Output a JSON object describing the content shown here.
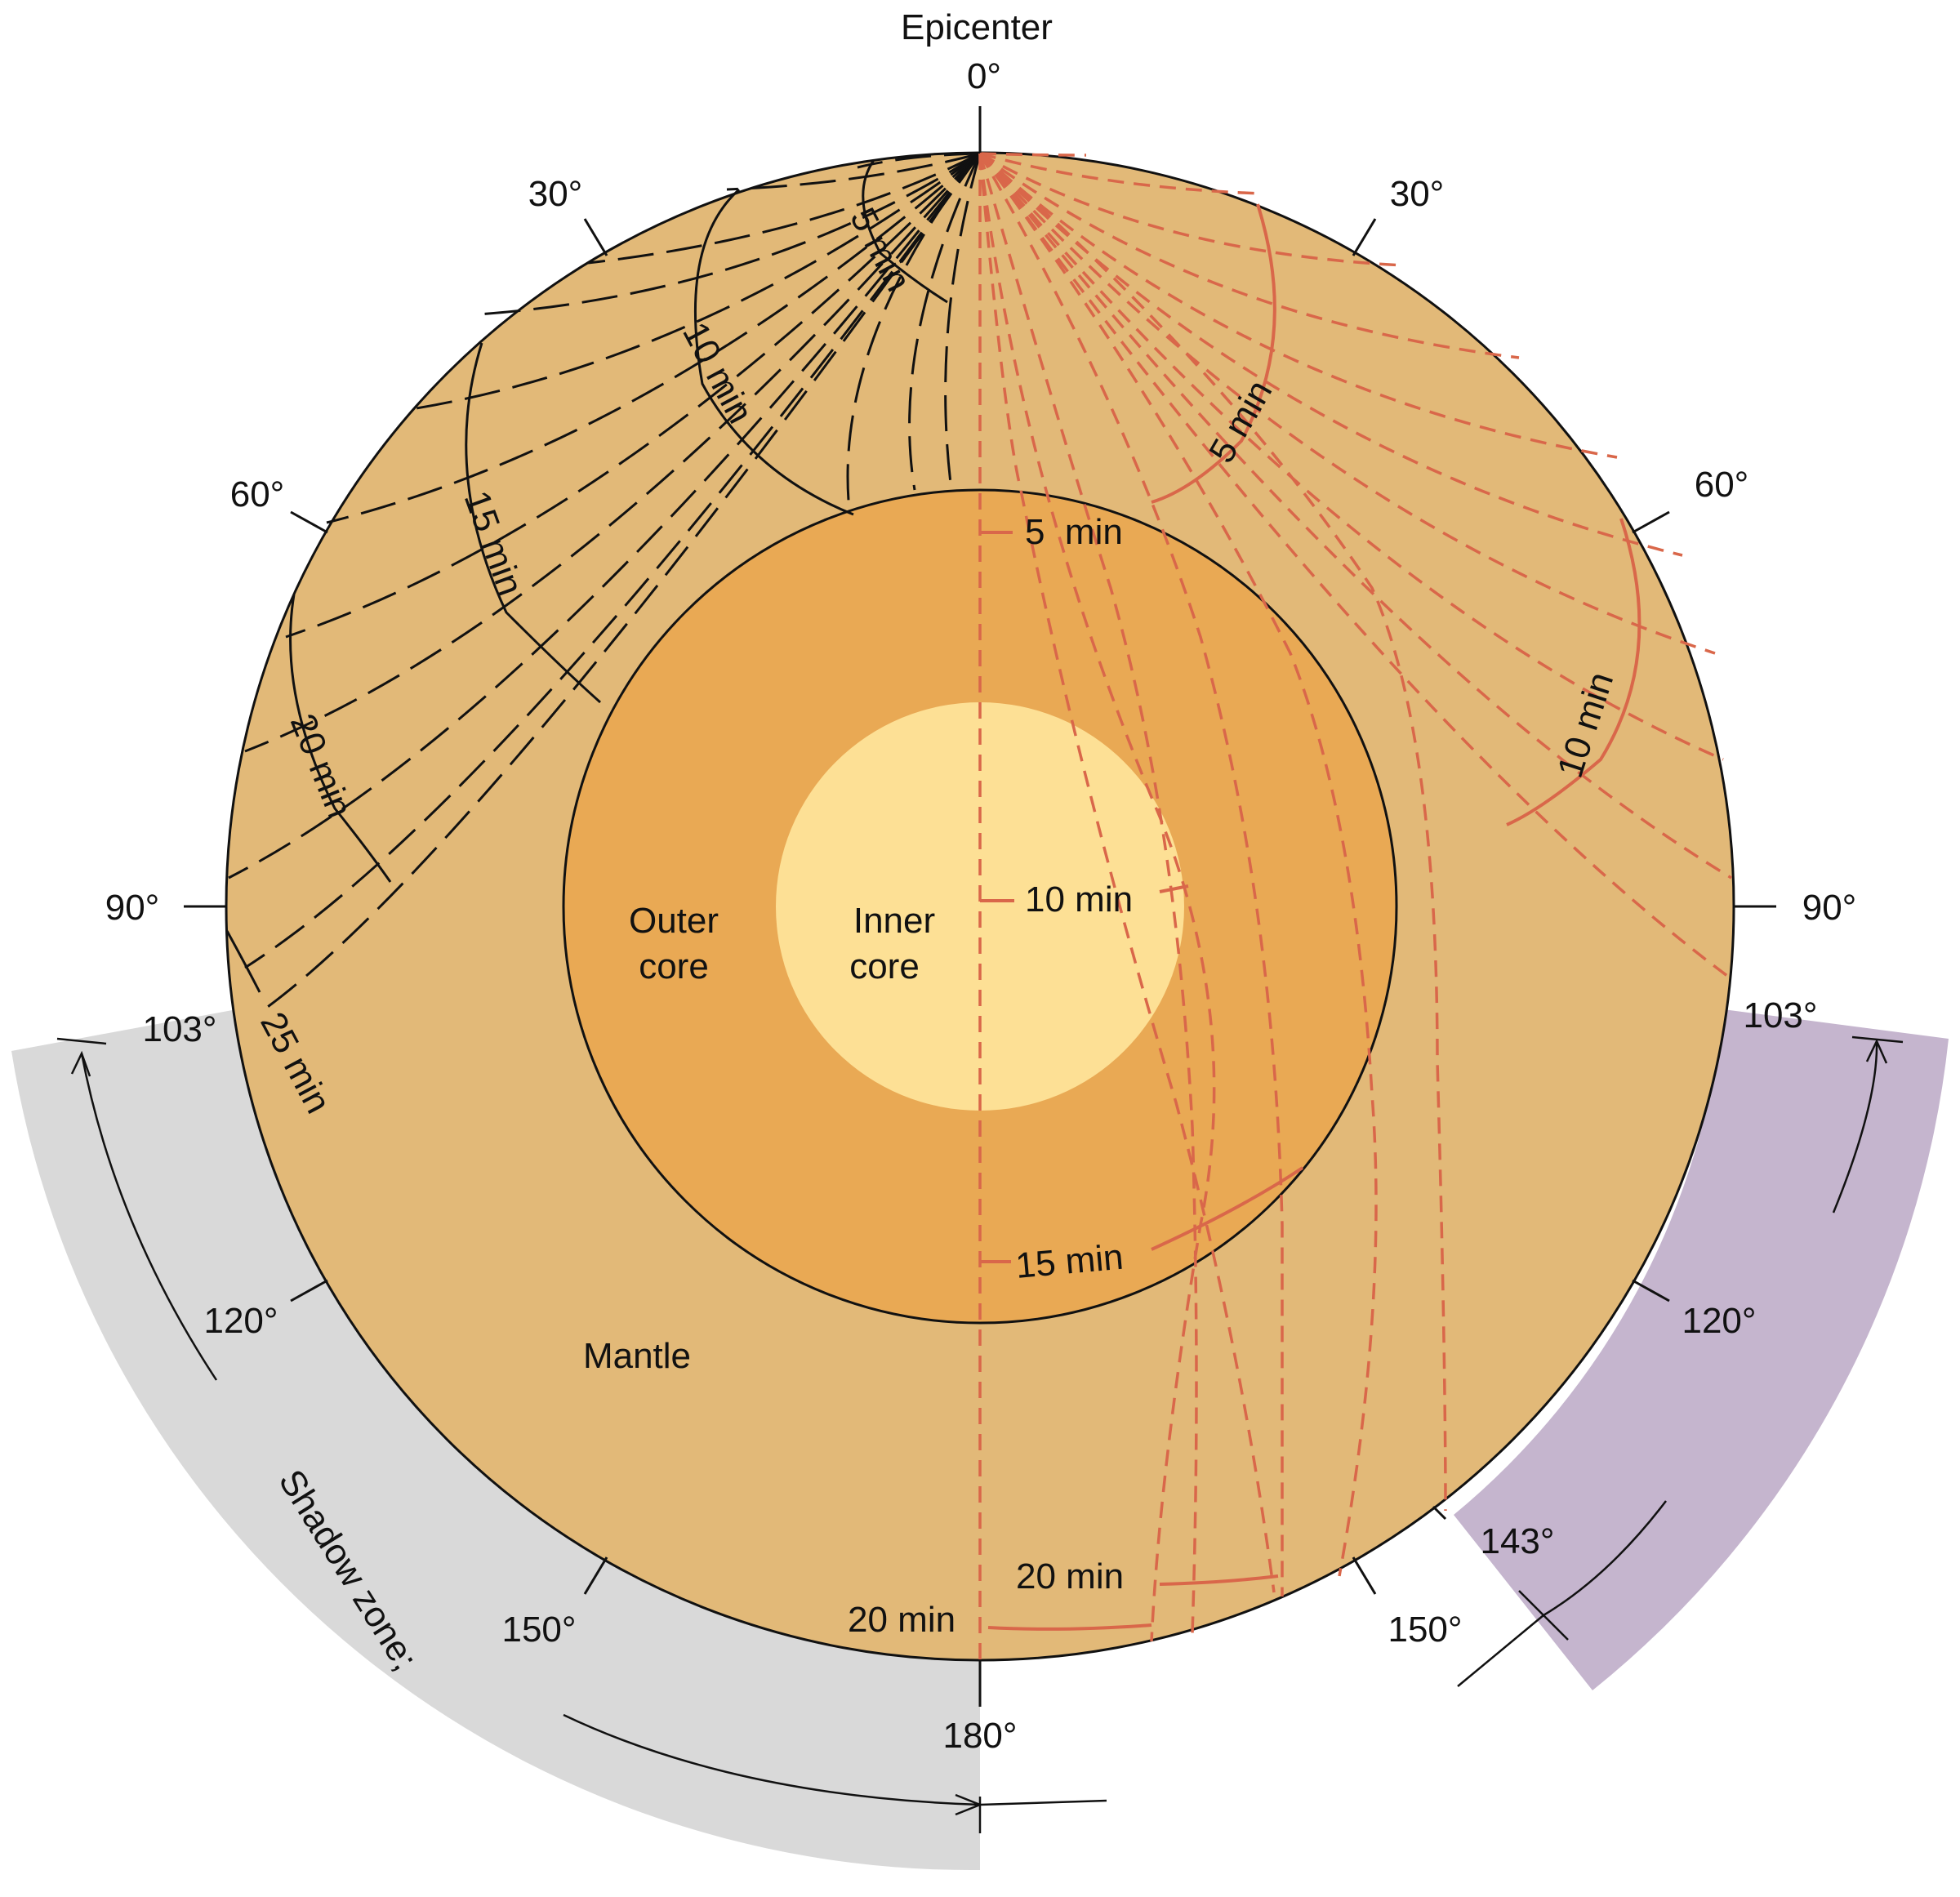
{
  "colors": {
    "mantle": "#e2b978",
    "outer_core": "#e9a954",
    "inner_core": "#fde095",
    "p_shadow": "#d9d9d9",
    "s_shadow": "#c5b5ce",
    "p_wave": "#111111",
    "s_wave": "#d9674a",
    "outline": "#111111"
  },
  "diagram": {
    "epicenter_label": "Epicenter",
    "layers": {
      "mantle": "Mantle",
      "outer_core_line1": "Outer",
      "outer_core_line2": "core",
      "inner_core_line1": "Inner",
      "inner_core_line2": "core"
    },
    "degree_marks": {
      "d0": "0°",
      "d30_left": "30°",
      "d30_right": "30°",
      "d60_left": "60°",
      "d60_right": "60°",
      "d90_left": "90°",
      "d90_right": "90°",
      "d103_left": "103°",
      "d103_right": "103°",
      "d120_left": "120°",
      "d120_right": "120°",
      "d143": "143°",
      "d150_left": "150°",
      "d150_right": "150°",
      "d180": "180°"
    },
    "p_wavefront_times": {
      "t5": "5 min",
      "t10": "10 min",
      "t15": "15 min",
      "t20": "20 min",
      "t25": "25 min"
    },
    "s_wavefront_times": {
      "t5": "5 min",
      "t10": "10 min"
    },
    "core_times": {
      "t5": "5  min",
      "t10": "10 min",
      "t15": "15 min",
      "t20a": "20 min",
      "t20b": "20 min"
    },
    "shadow_zone_label": "Shadow zone;"
  }
}
